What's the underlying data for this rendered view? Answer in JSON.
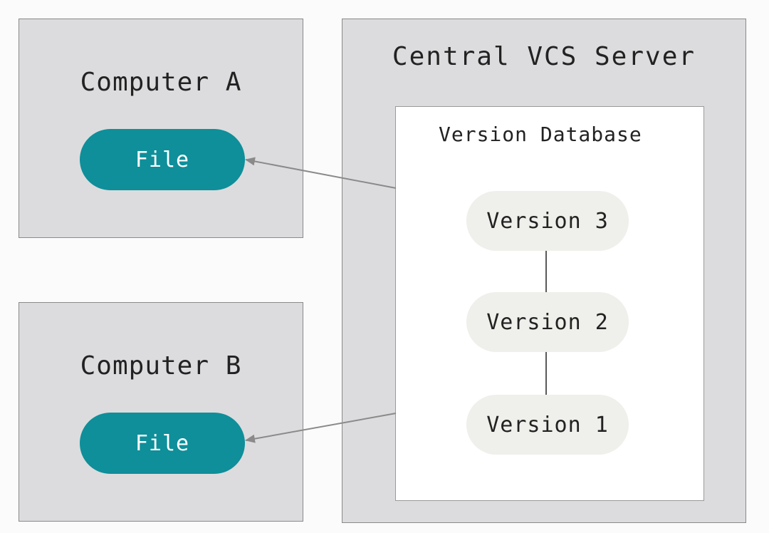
{
  "computer_a": {
    "title": "Computer A",
    "file_label": "File"
  },
  "computer_b": {
    "title": "Computer B",
    "file_label": "File"
  },
  "server": {
    "title": "Central VCS Server",
    "database": {
      "title": "Version Database",
      "versions": [
        "Version 3",
        "Version 2",
        "Version 1"
      ]
    }
  },
  "colors": {
    "box_fill": "#dcdcde",
    "file_pill": "#0e8f9a",
    "version_pill": "#efefeb",
    "arrow": "#8a8a8a"
  }
}
